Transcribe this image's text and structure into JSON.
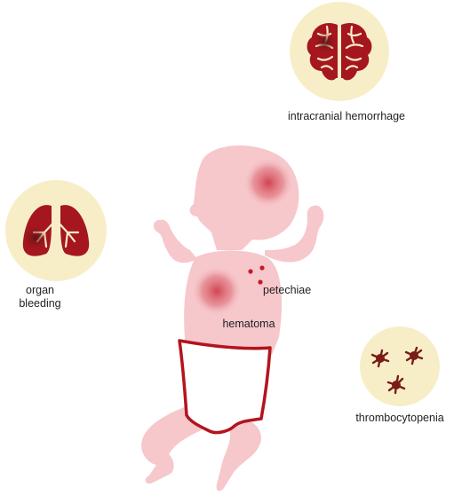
{
  "labels": {
    "intracranial_hemorrhage": "intracranial hemorrhage",
    "organ_bleeding": "organ bleeding",
    "petechiae": "petechiae",
    "hematoma": "hematoma",
    "thrombocytopenia": "thrombocytopenia"
  },
  "colors": {
    "circle_fill": "#f7eec8",
    "organ_red": "#a5161e",
    "baby_skin": "#f6c7cb",
    "bruise": "#d9525c",
    "diaper_outline": "#b3141c",
    "platelet": "#7a1c18"
  }
}
